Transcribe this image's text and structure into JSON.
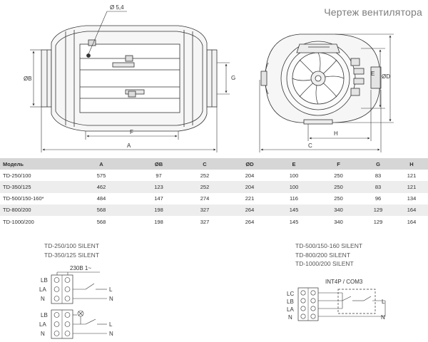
{
  "title": "Чертеж вентилятора",
  "dimensions": {
    "hole": "Ø 5,4",
    "A": "A",
    "B": "ØB",
    "C": "C",
    "D": "ØD",
    "E": "E",
    "F": "F",
    "G": "G",
    "H": "H"
  },
  "table": {
    "headers": [
      "Модель",
      "A",
      "ØB",
      "C",
      "ØD",
      "E",
      "F",
      "G",
      "H"
    ],
    "rows": [
      [
        "TD-250/100",
        "575",
        "97",
        "252",
        "204",
        "100",
        "250",
        "83",
        "121"
      ],
      [
        "TD-350/125",
        "462",
        "123",
        "252",
        "204",
        "100",
        "250",
        "83",
        "121"
      ],
      [
        "TD-500/150-160*",
        "484",
        "147",
        "274",
        "221",
        "116",
        "250",
        "96",
        "134"
      ],
      [
        "TD-800/200",
        "568",
        "198",
        "327",
        "264",
        "145",
        "340",
        "129",
        "164"
      ],
      [
        "TD-1000/200",
        "568",
        "198",
        "327",
        "264",
        "145",
        "340",
        "129",
        "164"
      ]
    ]
  },
  "wiring_left": {
    "models": [
      "TD-250/100 SILENT",
      "TD-350/125 SILENT"
    ],
    "voltage": "230В 1~",
    "block1": {
      "terminals": [
        "LB",
        "LA",
        "N"
      ],
      "outputs": [
        "L",
        "N"
      ]
    },
    "block2": {
      "terminals": [
        "LB",
        "LA",
        "N"
      ],
      "outputs": [
        "L",
        "N"
      ]
    }
  },
  "wiring_right": {
    "models": [
      "TD-500/150-160 SILENT",
      "TD-800/200 SILENT",
      "TD-1000/200 SILENT"
    ],
    "controller": "INT4P / COM3",
    "terminals": [
      "LC",
      "LB",
      "LA",
      "N"
    ],
    "outputs": [
      "L",
      "N"
    ]
  }
}
